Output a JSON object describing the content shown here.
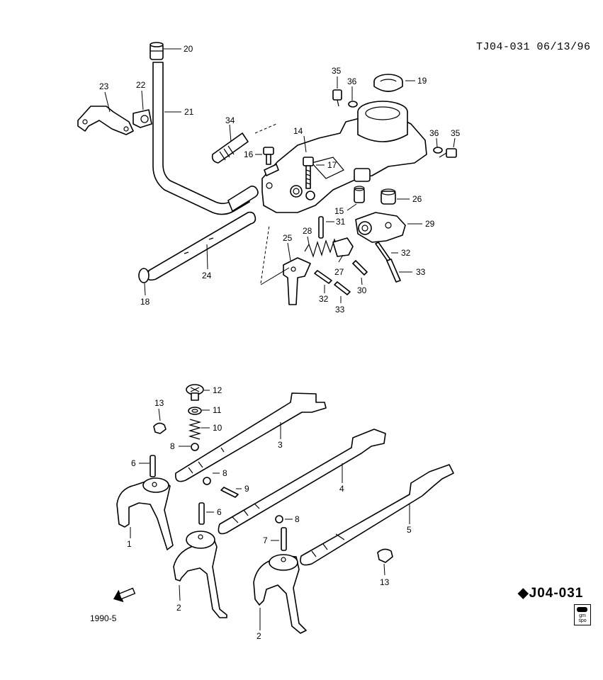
{
  "header": {
    "doc_ref": "TJ04-031 06/13/96"
  },
  "footer": {
    "diagram_code": "J04-031",
    "page_ref": "1990-5",
    "fwd_arrow": "FWD",
    "logo_text": "gm spo"
  },
  "labels": {
    "l20": "20",
    "l23": "23",
    "l22": "22",
    "l21": "21",
    "l35a": "35",
    "l36a": "36",
    "l19": "19",
    "l34": "34",
    "l14": "14",
    "l16": "16",
    "l17": "17",
    "l36b": "36",
    "l35b": "35",
    "l26": "26",
    "l15": "15",
    "l31": "31",
    "l29": "29",
    "l28": "28",
    "l25": "25",
    "l32a": "32",
    "l27": "27",
    "l33a": "33",
    "l30": "30",
    "l32b": "32",
    "l33b": "33",
    "l24": "24",
    "l18": "18",
    "l12": "12",
    "l13a": "13",
    "l11": "11",
    "l10": "10",
    "l8a": "8",
    "l3": "3",
    "l6a": "6",
    "l8b": "8",
    "l9": "9",
    "l4": "4",
    "l6b": "6",
    "l8c": "8",
    "l1": "1",
    "l7": "7",
    "l5": "5",
    "l2a": "2",
    "l13b": "13",
    "l2b": "2"
  }
}
